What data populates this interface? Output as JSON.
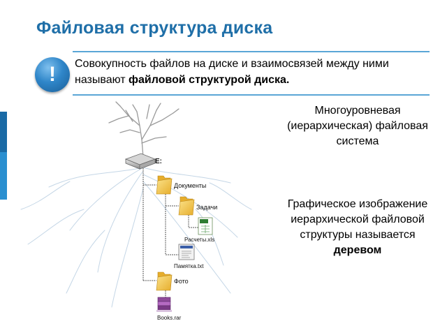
{
  "title": "Файловая структура диска",
  "definition": {
    "icon": "exclamation-badge",
    "mark": "!",
    "text_before": "Совокупность файлов на диске и взаимосвязей между ними называют ",
    "text_bold": "файловой структурой диска."
  },
  "labels": {
    "multilevel": "Многоуровневая (иерархическая) файловая система",
    "graphic_before": "Графическое изображение иерархической файловой структуры называется ",
    "graphic_bold": "деревом"
  },
  "tree": {
    "drive": "E:",
    "nodes": [
      {
        "name": "Документы",
        "type": "folder",
        "level": 1
      },
      {
        "name": "Задачи",
        "type": "folder",
        "level": 2
      },
      {
        "name": "Расчеты.xls",
        "type": "xls-file",
        "level": 3
      },
      {
        "name": "Памятка.txt",
        "type": "txt-file",
        "level": 2
      },
      {
        "name": "Фото",
        "type": "folder",
        "level": 1
      },
      {
        "name": "Books.rar",
        "type": "rar-file",
        "level": 2
      }
    ]
  },
  "colors": {
    "title": "#1f6fa8",
    "accent_bar": "#1a6aa5",
    "rule": "#5aa6d6",
    "folder": "#f2c94c"
  }
}
